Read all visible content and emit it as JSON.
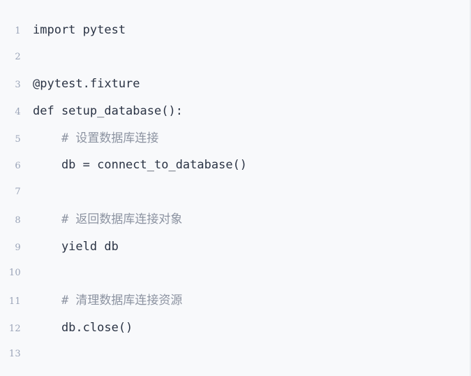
{
  "editor": {
    "language": "python",
    "background_color": "#f8f9fb",
    "code_color": "#2b3445",
    "comment_color": "#8c93a1",
    "line_number_color": "#9aa4b8",
    "border_color": "#eceef2",
    "lines": [
      {
        "number": "1",
        "text": "import pytest",
        "kind": "code"
      },
      {
        "number": "2",
        "text": "",
        "kind": "blank"
      },
      {
        "number": "3",
        "text": "@pytest.fixture",
        "kind": "code"
      },
      {
        "number": "4",
        "text": "def setup_database():",
        "kind": "code"
      },
      {
        "number": "5",
        "text": "    # 设置数据库连接",
        "kind": "comment"
      },
      {
        "number": "6",
        "text": "    db = connect_to_database()",
        "kind": "code"
      },
      {
        "number": "7",
        "text": "",
        "kind": "blank"
      },
      {
        "number": "8",
        "text": "    # 返回数据库连接对象",
        "kind": "comment"
      },
      {
        "number": "9",
        "text": "    yield db",
        "kind": "code"
      },
      {
        "number": "10",
        "text": "",
        "kind": "blank"
      },
      {
        "number": "11",
        "text": "    # 清理数据库连接资源",
        "kind": "comment"
      },
      {
        "number": "12",
        "text": "    db.close()",
        "kind": "code"
      },
      {
        "number": "13",
        "text": "",
        "kind": "blank"
      }
    ]
  }
}
